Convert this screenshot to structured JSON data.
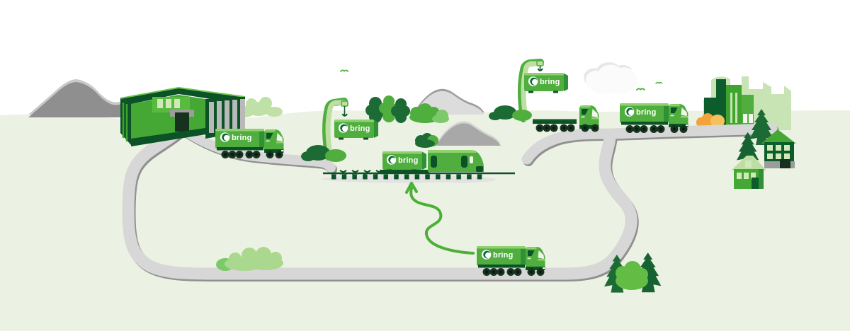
{
  "brand": {
    "logo_text": "bring"
  },
  "colors": {
    "bring_green": "#4fae3e",
    "bring_dark_green": "#0b5227",
    "highlight_green": "#8fd06f",
    "mast_light_green": "#bedfa4",
    "tree_dark_green": "#1d6b34",
    "bush_light_green": "#abd88f",
    "city_silhouette_green": "#c8e4b4",
    "window_pale_green": "#cfeab8",
    "ground_pale_green": "#ecf2e3",
    "road_gray": "#d7d7d7",
    "road_edge_gray": "#909090",
    "mountain_gray": "#8f8f8f",
    "mountain_light_gray": "#dcdcdc",
    "cloud_white": "#fbfbfb",
    "bush_yellow": "#f2a33c",
    "arrow_green": "#4caf38"
  },
  "elements": {
    "warehouse": "warehouse-building",
    "trucks": [
      "bring-truck-near-warehouse",
      "flatbed-truck",
      "bring-truck-upper-right",
      "bring-truck-bottom"
    ],
    "cranes": [
      "container-crane-left",
      "container-crane-right"
    ],
    "containers": [
      "bring-container-crane-left",
      "bring-container-train",
      "bring-container-crane-right"
    ],
    "train": "freight-train",
    "scenery": [
      "mountains",
      "city-skyline",
      "houses",
      "trees",
      "cloud",
      "birds",
      "route-arrow",
      "roads",
      "railway-track"
    ]
  }
}
